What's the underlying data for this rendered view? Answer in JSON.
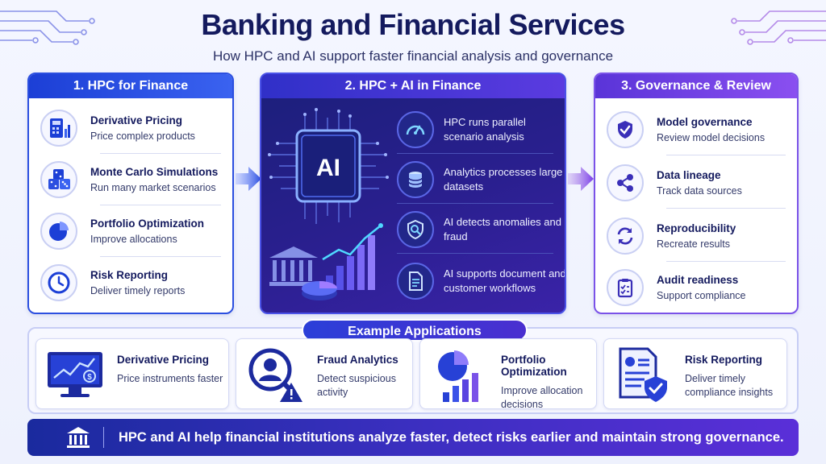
{
  "header": {
    "title": "Banking and Financial Services",
    "subtitle": "How HPC and AI support faster financial analysis and governance"
  },
  "panels": {
    "hpc": {
      "title": "1. HPC for Finance",
      "items": [
        {
          "title": "Derivative Pricing",
          "desc": "Price complex products",
          "icon": "calculator-chart-icon"
        },
        {
          "title": "Monte Carlo Simulations",
          "desc": "Run many market scenarios",
          "icon": "dice-icon"
        },
        {
          "title": "Portfolio Optimization",
          "desc": "Improve allocations",
          "icon": "pie-chart-icon"
        },
        {
          "title": "Risk Reporting",
          "desc": "Deliver timely reports",
          "icon": "clock-icon"
        }
      ]
    },
    "ai": {
      "title": "2. HPC + AI in Finance",
      "chip_label": "AI",
      "items": [
        {
          "text": "HPC runs parallel scenario analysis",
          "icon": "speedometer-icon"
        },
        {
          "text": "Analytics processes large datasets",
          "icon": "database-icon"
        },
        {
          "text": "AI detects anomalies and fraud",
          "icon": "shield-search-icon"
        },
        {
          "text": "AI supports document and customer workflows",
          "icon": "document-icon"
        }
      ]
    },
    "gov": {
      "title": "3. Governance & Review",
      "items": [
        {
          "title": "Model governance",
          "desc": "Review model decisions",
          "icon": "shield-check-icon"
        },
        {
          "title": "Data lineage",
          "desc": "Track data sources",
          "icon": "network-icon"
        },
        {
          "title": "Reproducibility",
          "desc": "Recreate results",
          "icon": "refresh-icon"
        },
        {
          "title": "Audit readiness",
          "desc": "Support compliance",
          "icon": "clipboard-check-icon"
        }
      ]
    }
  },
  "examples": {
    "title": "Example Applications",
    "items": [
      {
        "title": "Derivative Pricing",
        "desc": "Price instruments faster",
        "icon": "monitor-chart-icon"
      },
      {
        "title": "Fraud Analytics",
        "desc": "Detect suspicious activity",
        "icon": "user-alert-icon"
      },
      {
        "title": "Portfolio Optimization",
        "desc": "Improve allocation decisions",
        "icon": "pie-bar-icon"
      },
      {
        "title": "Risk Reporting",
        "desc": "Deliver timely compliance insights",
        "icon": "report-shield-icon"
      }
    ]
  },
  "footer": {
    "text": "HPC and AI help financial institutions analyze faster, detect risks earlier and maintain strong governance."
  },
  "colors": {
    "primary": "#1c3fd6",
    "purple": "#5a34d8",
    "navy": "#141a5e"
  }
}
